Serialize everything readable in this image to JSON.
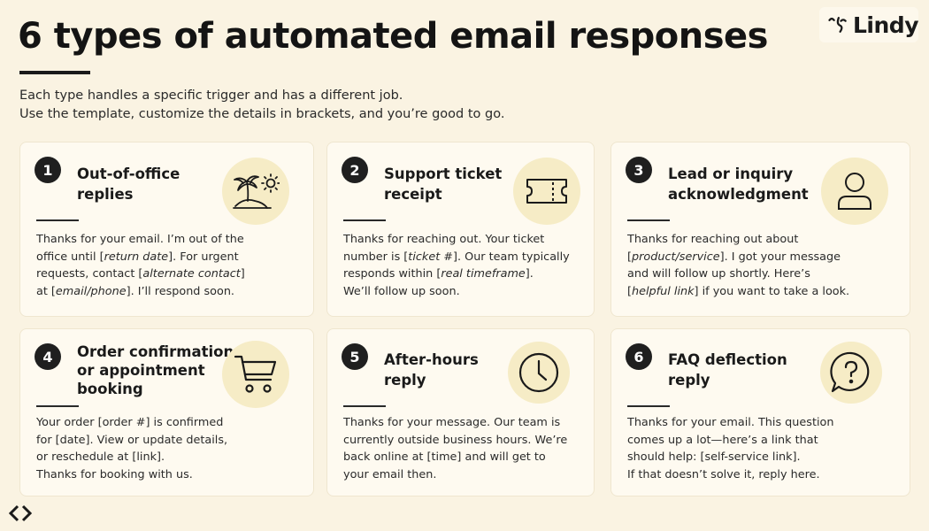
{
  "header": {
    "title": "6 types of automated email responses",
    "logo_text": "Lindy",
    "intro_line1": "Each type handles a specific trigger and has a different job.",
    "intro_line2": "Use the template, customize the details in brackets, and you’re good to go."
  },
  "cards": [
    {
      "number": "1",
      "title_line1": "Out-of-office",
      "title_line2": "replies",
      "icon": "palm-island-sun-icon",
      "body": [
        {
          "t": "Thanks for your email. I’m out of the "
        },
        {
          "t": "office until ["
        },
        {
          "i": "return date"
        },
        {
          "t": "]. For urgent "
        },
        {
          "t": "requests, contact ["
        },
        {
          "i": "alternate contact"
        },
        {
          "t": "] "
        },
        {
          "t": "at ["
        },
        {
          "i": "email/phone"
        },
        {
          "t": "]. I’ll respond soon."
        }
      ]
    },
    {
      "number": "2",
      "title_line1": "Support ticket",
      "title_line2": "receipt",
      "icon": "ticket-icon",
      "body": [
        {
          "t": "Thanks for reaching out. Your ticket "
        },
        {
          "t": "number is ["
        },
        {
          "i": "ticket #"
        },
        {
          "t": "]. Our team typically "
        },
        {
          "t": "responds within ["
        },
        {
          "i": "real timeframe"
        },
        {
          "t": "]. "
        },
        {
          "t": "We’ll follow up soon."
        }
      ]
    },
    {
      "number": "3",
      "title_line1": "Lead or inquiry",
      "title_line2": "acknowledgment",
      "icon": "user-icon",
      "body": [
        {
          "t": "Thanks for reaching out about "
        },
        {
          "t": "["
        },
        {
          "i": "product/service"
        },
        {
          "t": "]. I got your message "
        },
        {
          "t": "and will follow up shortly. Here’s "
        },
        {
          "t": "["
        },
        {
          "i": "helpful link"
        },
        {
          "t": "] if you want to take a look."
        }
      ]
    },
    {
      "number": "4",
      "title_line1": "Order confirmation",
      "title_line2": "or appointment",
      "title_line3": "booking",
      "icon": "shopping-cart-icon",
      "body": [
        {
          "t": "Your order [order #] is confirmed "
        },
        {
          "t": "for [date]. View or update details, "
        },
        {
          "t": "or reschedule at [link]. "
        },
        {
          "t": "Thanks for booking with us."
        }
      ]
    },
    {
      "number": "5",
      "title_line1": "After-hours",
      "title_line2": "reply",
      "icon": "clock-icon",
      "body": [
        {
          "t": "Thanks for your message. Our team is "
        },
        {
          "t": "currently outside business hours. We’re "
        },
        {
          "t": "back online at [time] and will get to "
        },
        {
          "t": "your email then."
        }
      ]
    },
    {
      "number": "6",
      "title_line1": "FAQ deflection",
      "title_line2": "reply",
      "icon": "question-bubble-icon",
      "body": [
        {
          "t": "Thanks for your email. This question "
        },
        {
          "t": "comes up a lot—here’s a link that "
        },
        {
          "t": "should help: [self-service link]. "
        },
        {
          "t": "If that doesn’t solve it, reply here."
        }
      ]
    }
  ],
  "footer": {
    "icon": "brand-diamond-icon"
  }
}
